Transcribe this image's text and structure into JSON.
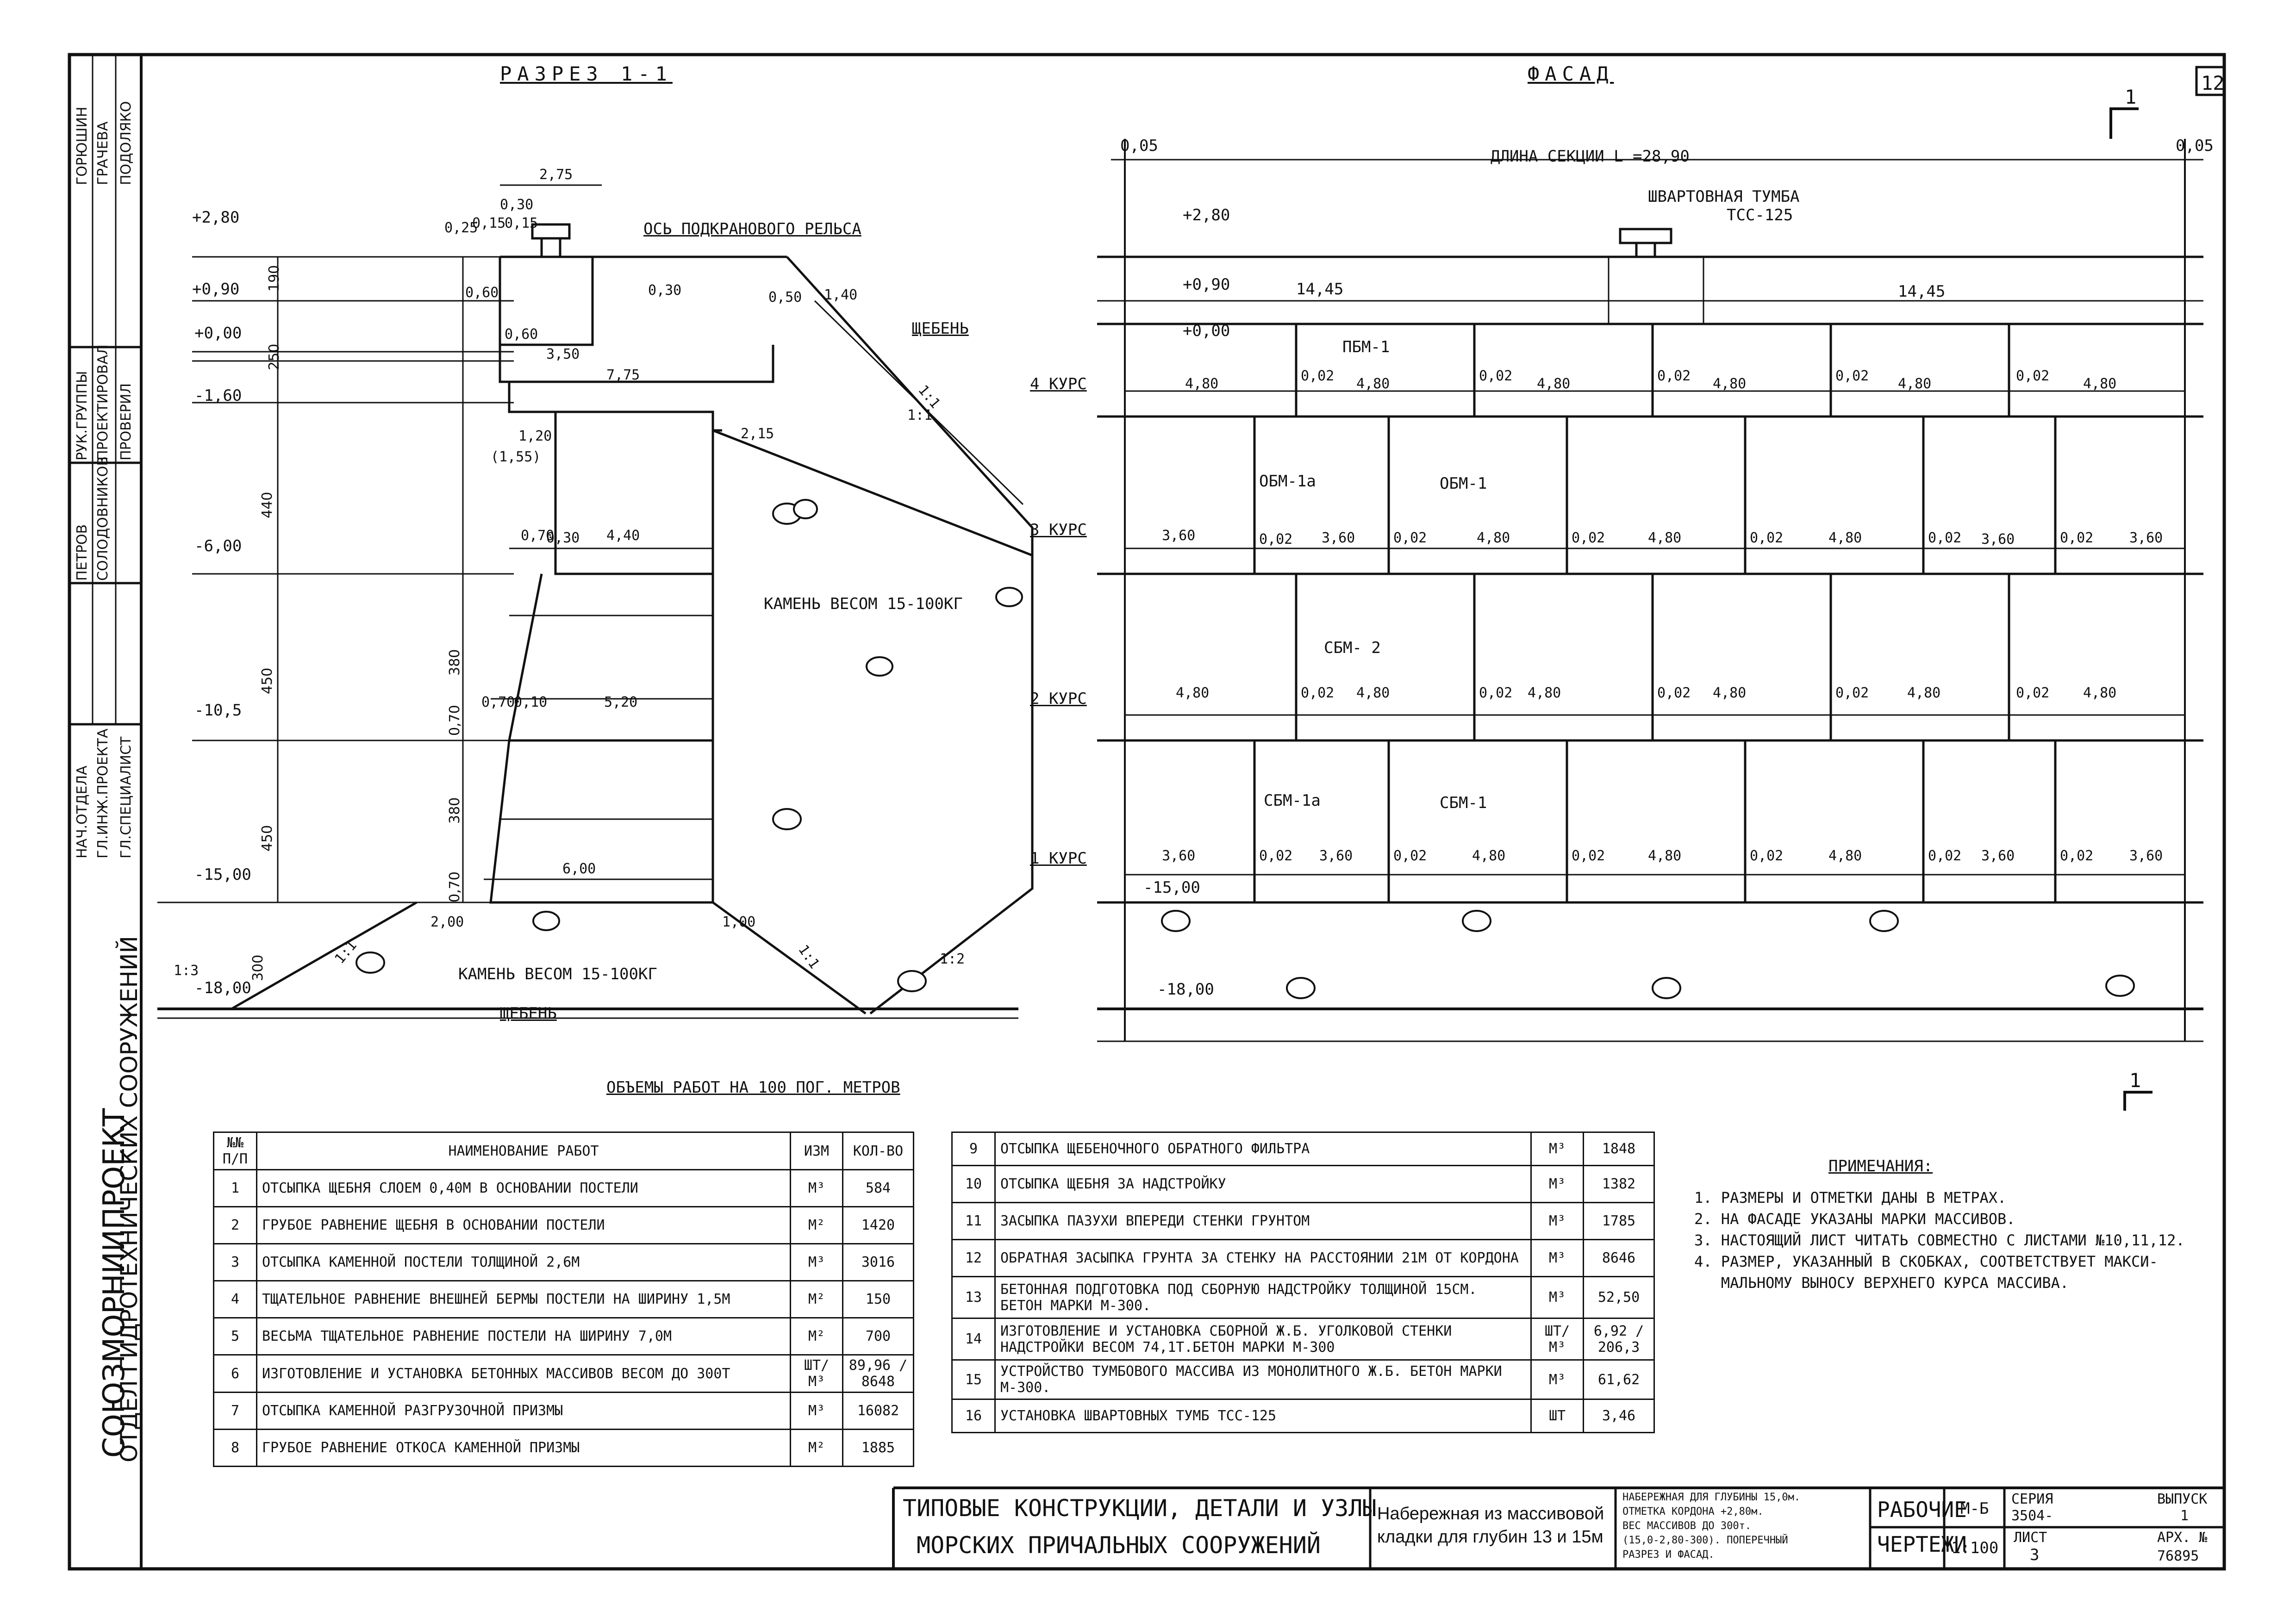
{
  "sheet": {
    "number": "12"
  },
  "section": {
    "title": "РАЗРЕЗ 1-1",
    "rail_axis": "ОСЬ ПОДКРАНОВОГО РЕЛЬСА",
    "crushed_stone": "ЩЕБЕНЬ",
    "stone": "КАМЕНЬ ВЕСОМ 15-100КГ",
    "stone2": "КАМЕНЬ ВЕСОМ 15-100КГ",
    "crushed_stone_bottom": "ЩЕБЕНЬ",
    "levels": [
      "+2,80",
      "+0,90",
      "+0,00",
      "-1,60",
      "-6,00",
      "-10,5",
      "-15,00",
      "-18,00"
    ],
    "dims": {
      "d275": "2,75",
      "d030": "0,30",
      "d015": "0,15",
      "d015b": "0,15",
      "d025": "0,25",
      "d060": "0,60",
      "d030b": "0,30",
      "d060b": "0,60",
      "d350": "3,50",
      "d775": "7,75",
      "d050": "0,50",
      "d140": "1,40",
      "d120": "1,20",
      "d155": "(1,55)",
      "d215": "2,15",
      "d070a": "0,70",
      "d030c": "0,30",
      "d440": "4,40",
      "d070b": "0,70",
      "d010": "0,10",
      "d520": "5,20",
      "d600": "6,00",
      "d200": "2,00",
      "d100": "1,00",
      "v190": "190",
      "v250": "250",
      "v440": "440",
      "v450": "450",
      "v380": "380",
      "v070": "0,70",
      "v380b": "380",
      "v450b": "450",
      "v070b": "0,70",
      "v300": "300",
      "s11": "1:1",
      "s11b": "1:1",
      "s11c": "1:1",
      "s11d": "1:1",
      "s12": "1:2",
      "s13": "1:3"
    }
  },
  "facade": {
    "title": "ФАСАД",
    "length_label": "ДЛИНА СЕКЦИИ L =28,90",
    "left_gap": "0,05",
    "right_gap": "0,05",
    "bollard": "ШВАРТОВНАЯ ТУМБА",
    "bollard_type": "ТСС-125",
    "section_mark": "1",
    "section_mark2": "1",
    "levels": [
      "+2,80",
      "+0,90",
      "+0,00",
      "-15,00",
      "-18,00"
    ],
    "half1": "14,45",
    "half2": "14,45",
    "blocks": {
      "pbm1": "ПБМ-1",
      "obm1a": "ОБМ-1а",
      "obm1": "ОБМ-1",
      "sbm2": "СБМ- 2",
      "sbm1a": "СБМ-1а",
      "sbm1": "СБМ-1"
    },
    "courses": [
      "4 КУРС",
      "3 КУРС",
      "2 КУРС",
      "1 КУРС"
    ],
    "row4": [
      "4,80",
      "0,02",
      "4,80",
      "0,02",
      "4,80",
      "0,02",
      "4,80",
      "0,02",
      "4,80",
      "0,02",
      "4,80"
    ],
    "row3": [
      "3,60",
      "0,02",
      "3,60",
      "0,02",
      "4,80",
      "0,02",
      "4,80",
      "0,02",
      "4,80",
      "0,02",
      "3,60",
      "0,02",
      "3,60"
    ],
    "row2": [
      "4,80",
      "0,02",
      "4,80",
      "0,02",
      "4,80",
      "0,02",
      "4,80",
      "0,02",
      "4,80",
      "0,02",
      "4,80"
    ],
    "row1": [
      "3,60",
      "0,02",
      "3,60",
      "0,02",
      "4,80",
      "0,02",
      "4,80",
      "0,02",
      "4,80",
      "0,02",
      "3,60",
      "0,02",
      "3,60"
    ]
  },
  "volumes": {
    "title": "ОБЪЕМЫ РАБОТ НА 100 ПОГ. МЕТРОВ",
    "headers": {
      "num": "№№ П/П",
      "name": "НАИМЕНОВАНИЕ РАБОТ",
      "unit": "ИЗМ",
      "qty": "КОЛ-ВО"
    },
    "left": [
      {
        "n": "1",
        "name": "ОТСЫПКА ЩЕБНЯ СЛОЕМ 0,40М В ОСНОВАНИИ ПОСТЕЛИ",
        "u": "М³",
        "q": "584"
      },
      {
        "n": "2",
        "name": "ГРУБОЕ РАВНЕНИЕ ЩЕБНЯ В ОСНОВАНИИ ПОСТЕЛИ",
        "u": "М²",
        "q": "1420"
      },
      {
        "n": "3",
        "name": "ОТСЫПКА КАМЕННОЙ ПОСТЕЛИ ТОЛЩИНОЙ 2,6М",
        "u": "М³",
        "q": "3016"
      },
      {
        "n": "4",
        "name": "ТЩАТЕЛЬНОЕ РАВНЕНИЕ ВНЕШНЕЙ БЕРМЫ ПОСТЕЛИ НА ШИРИНУ 1,5М",
        "u": "М²",
        "q": "150"
      },
      {
        "n": "5",
        "name": "ВЕСЬМА ТЩАТЕЛЬНОЕ РАВНЕНИЕ ПОСТЕЛИ НА ШИРИНУ 7,0М",
        "u": "М²",
        "q": "700"
      },
      {
        "n": "6",
        "name": "ИЗГОТОВЛЕНИЕ И УСТАНОВКА БЕТОННЫХ МАССИВОВ ВЕСОМ ДО 300Т",
        "u": "ШТ/М³",
        "q": "89,96 / 8648"
      },
      {
        "n": "7",
        "name": "ОТСЫПКА КАМЕННОЙ РАЗГРУЗОЧНОЙ ПРИЗМЫ",
        "u": "М³",
        "q": "16082"
      },
      {
        "n": "8",
        "name": "ГРУБОЕ РАВНЕНИЕ ОТКОСА КАМЕННОЙ ПРИЗМЫ",
        "u": "М²",
        "q": "1885"
      }
    ],
    "right": [
      {
        "n": "9",
        "name": "ОТСЫПКА ЩЕБЕНОЧНОГО ОБРАТНОГО ФИЛЬТРА",
        "u": "М³",
        "q": "1848"
      },
      {
        "n": "10",
        "name": "ОТСЫПКА ЩЕБНЯ ЗА НАДСТРОЙКУ",
        "u": "М³",
        "q": "1382"
      },
      {
        "n": "11",
        "name": "ЗАСЫПКА ПАЗУХИ ВПЕРЕДИ СТЕНКИ ГРУНТОМ",
        "u": "М³",
        "q": "1785"
      },
      {
        "n": "12",
        "name": "ОБРАТНАЯ ЗАСЫПКА ГРУНТА ЗА СТЕНКУ НА РАССТОЯНИИ 21М ОТ КОРДОНА",
        "u": "М³",
        "q": "8646"
      },
      {
        "n": "13",
        "name": "БЕТОННАЯ ПОДГОТОВКА ПОД СБОРНУЮ НАДСТРОЙКУ ТОЛЩИНОЙ 15СМ. БЕТОН МАРКИ М-300.",
        "u": "М³",
        "q": "52,50"
      },
      {
        "n": "14",
        "name": "ИЗГОТОВЛЕНИЕ И УСТАНОВКА СБОРНОЙ Ж.Б. УГОЛКОВОЙ СТЕНКИ НАДСТРОЙКИ ВЕСОМ 74,1Т.БЕТОН МАРКИ М-300",
        "u": "ШТ/М³",
        "q": "6,92 / 206,3"
      },
      {
        "n": "15",
        "name": "УСТРОЙСТВО ТУМБОВОГО МАССИВА ИЗ МОНОЛИТНОГО Ж.Б. БЕТОН МАРКИ М-300.",
        "u": "М³",
        "q": "61,62"
      },
      {
        "n": "16",
        "name": "УСТАНОВКА ШВАРТОВНЫХ ТУМБ ТСС-125",
        "u": "ШТ",
        "q": "3,46"
      }
    ]
  },
  "notes": {
    "title": "ПРИМЕЧАНИЯ:",
    "items": [
      "1. РАЗМЕРЫ И ОТМЕТКИ ДАНЫ В МЕТРАХ.",
      "2. НА ФАСАДЕ УКАЗАНЫ МАРКИ МАССИВОВ.",
      "3. НАСТОЯЩИЙ ЛИСТ ЧИТАТЬ СОВМЕСТНО С ЛИСТАМИ №10,11,12.",
      "4. РАЗМЕР, УКАЗАННЫЙ В СКОБКАХ, СООТВЕТСТВУЕТ МАКСИ-",
      "   МАЛЬНОМУ ВЫНОСУ ВЕРХНЕГО КУРСА МАССИВА."
    ]
  },
  "left_strip": {
    "org1": "СОЮЗМОРНИИПРОЕКТ",
    "org2": "ОТДЕЛ ГИДРОТЕХНИЧЕСКИХ СООРУЖЕНИЙ",
    "roles": [
      "НАЧ.ОТДЕЛА",
      "ГЛ.ИНЖ.ПРОЕКТА",
      "ГЛ.СПЕЦИАЛИСТ",
      "РУК.ГРУППЫ",
      "ПРОЕКТИРОВАЛ",
      "ПРОВЕРИЛ"
    ],
    "names": [
      "ПЕТРОВ",
      "СОЛОДОВНИКОВ",
      "ГОРЮШИН",
      "ГРАЧЕВА",
      "ПОДОЛЯКО"
    ]
  },
  "title_block": {
    "main1": "ТИПОВЫЕ КОНСТРУКЦИИ, ДЕТАЛИ И УЗЛЫ",
    "main2": "МОРСКИХ ПРИЧАЛЬНЫХ СООРУЖЕНИЙ",
    "desc1": "Набережная из массивовой",
    "desc2": "кладки для глубин 13 и 15м",
    "spec": [
      "НАБЕРЕЖНАЯ ДЛЯ ГЛУБИНЫ 15,0м.",
      "ОТМЕТКА КОРДОНА +2,80м.",
      "ВЕС МАССИВОВ ДО 300т.",
      "(15,0-2,80-300). ПОПЕРЕЧНЫЙ",
      "РАЗРЕЗ И ФАСАД."
    ],
    "stage1": "РАБОЧИЕ",
    "stage2": "ЧЕРТЕЖИ",
    "mark": "М-Б",
    "scale": "1:100",
    "series_label": "СЕРИЯ",
    "series": "3504-",
    "sheet_label": "ЛИСТ",
    "sheet": "3",
    "issue_label": "ВЫПУСК",
    "issue": "1",
    "arch_label": "АРХ. №",
    "arch": "76895"
  }
}
